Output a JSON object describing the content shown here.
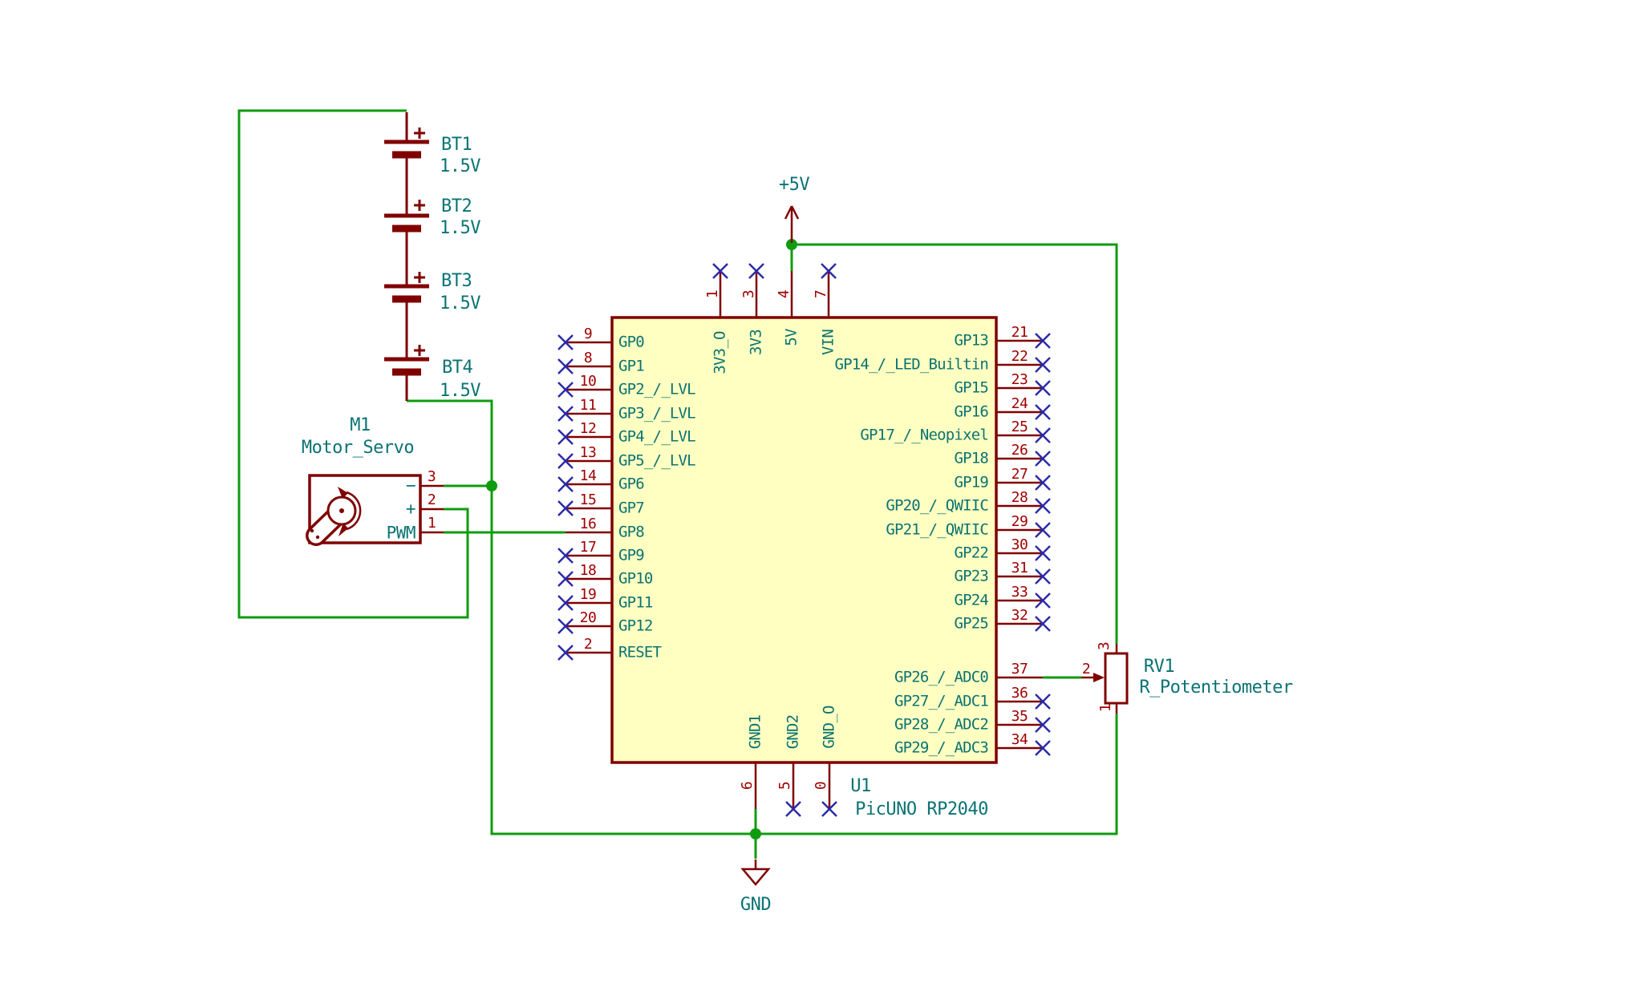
{
  "power": {
    "plus5v_label": "+5V",
    "gnd_label": "GND"
  },
  "batteries": [
    {
      "ref": "BT1",
      "value": "1.5V"
    },
    {
      "ref": "BT2",
      "value": "1.5V"
    },
    {
      "ref": "BT3",
      "value": "1.5V"
    },
    {
      "ref": "BT4",
      "value": "1.5V"
    }
  ],
  "motor": {
    "ref": "M1",
    "value": "Motor_Servo",
    "pins": [
      {
        "num": "3",
        "name": "−"
      },
      {
        "num": "2",
        "name": "+"
      },
      {
        "num": "1",
        "name": "PWM"
      }
    ]
  },
  "ic": {
    "ref": "U1",
    "value": "PicUNO RP2040",
    "left_pins": [
      {
        "num": "9",
        "name": "GP0"
      },
      {
        "num": "8",
        "name": "GP1"
      },
      {
        "num": "10",
        "name": "GP2_/_LVL"
      },
      {
        "num": "11",
        "name": "GP3_/_LVL"
      },
      {
        "num": "12",
        "name": "GP4_/_LVL"
      },
      {
        "num": "13",
        "name": "GP5_/_LVL"
      },
      {
        "num": "14",
        "name": "GP6"
      },
      {
        "num": "15",
        "name": "GP7"
      },
      {
        "num": "16",
        "name": "GP8"
      },
      {
        "num": "17",
        "name": "GP9"
      },
      {
        "num": "18",
        "name": "GP10"
      },
      {
        "num": "19",
        "name": "GP11"
      },
      {
        "num": "20",
        "name": "GP12"
      },
      {
        "num": "2",
        "name": "RESET"
      }
    ],
    "right_pins": [
      {
        "num": "21",
        "name": "GP13"
      },
      {
        "num": "22",
        "name": "GP14_/_LED_Builtin"
      },
      {
        "num": "23",
        "name": "GP15"
      },
      {
        "num": "24",
        "name": "GP16"
      },
      {
        "num": "25",
        "name": "GP17_/_Neopixel"
      },
      {
        "num": "26",
        "name": "GP18"
      },
      {
        "num": "27",
        "name": "GP19"
      },
      {
        "num": "28",
        "name": "GP20_/_QWIIC"
      },
      {
        "num": "29",
        "name": "GP21_/_QWIIC"
      },
      {
        "num": "30",
        "name": "GP22"
      },
      {
        "num": "31",
        "name": "GP23"
      },
      {
        "num": "33",
        "name": "GP24"
      },
      {
        "num": "32",
        "name": "GP25"
      },
      {
        "num": "37",
        "name": "GP26_/_ADC0"
      },
      {
        "num": "36",
        "name": "GP27_/_ADC1"
      },
      {
        "num": "35",
        "name": "GP28_/_ADC2"
      },
      {
        "num": "34",
        "name": "GP29_/_ADC3"
      }
    ],
    "top_pins": [
      {
        "num": "1",
        "name": "3V3_O"
      },
      {
        "num": "3",
        "name": "3V3"
      },
      {
        "num": "4",
        "name": "5V"
      },
      {
        "num": "7",
        "name": "VIN"
      }
    ],
    "bottom_pins": [
      {
        "num": "6",
        "name": "GND1"
      },
      {
        "num": "5",
        "name": "GND2"
      },
      {
        "num": "0",
        "name": "GND_O"
      }
    ]
  },
  "potentiometer": {
    "ref": "RV1",
    "value": "R_Potentiometer",
    "pins": [
      {
        "num": "3"
      },
      {
        "num": "2"
      },
      {
        "num": "1"
      }
    ]
  },
  "colors": {
    "wire_green": "#0f9b0f",
    "symbol_dark_red": "#800000",
    "pin_number_red": "#a00000",
    "label_teal": "#0b7373",
    "no_connect_blue": "#2b2ba8",
    "ic_body_fill": "#ffffc2",
    "background": "#ffffff"
  }
}
